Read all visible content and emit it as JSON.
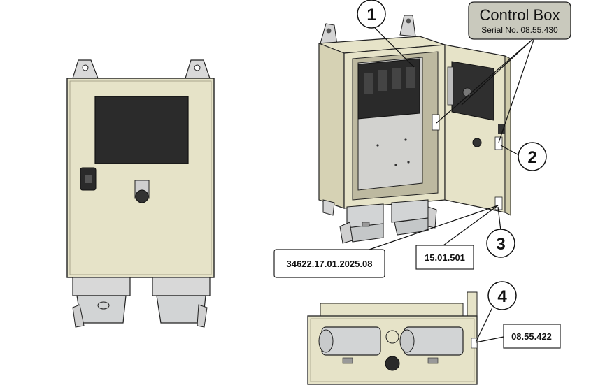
{
  "title_box": {
    "title": "Control Box",
    "serial": "Serial No. 08.55.430"
  },
  "callouts": [
    "1",
    "2",
    "3",
    "4"
  ],
  "labels": {
    "main_id": "34622.17.01.2025.08",
    "part_door": "15.01.501",
    "part_bottom": "08.55.422"
  },
  "colors": {
    "enclosure": "#e6e3c8",
    "enclosure_shade": "#cfcbaa",
    "title_fill": "#c9c9bd",
    "connector": "#cfd2d3",
    "screen": "#2b2b2b",
    "outline": "#222222"
  }
}
